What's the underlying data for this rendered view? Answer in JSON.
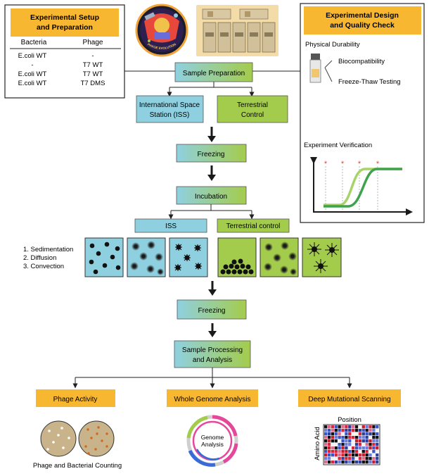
{
  "setup_panel": {
    "title_line1": "Experimental Setup",
    "title_line2": "and Preparation",
    "col_bacteria": "Bacteria",
    "col_phage": "Phage",
    "rows": [
      {
        "bacteria": "E.coli WT",
        "phage": "-"
      },
      {
        "bacteria": "-",
        "phage": "T7 WT"
      },
      {
        "bacteria": "E.coli WT",
        "phage": "T7 WT"
      },
      {
        "bacteria": "E.coli WT",
        "phage": "T7 DMS"
      }
    ]
  },
  "mission_patch": {
    "text": "PHAGE EVOLUTION"
  },
  "design_panel": {
    "title_line1": "Experimental Design",
    "title_line2": "and Quality Check",
    "physical_durability": "Physical Durability",
    "biocompatibility": "Biocompatibility",
    "freeze_thaw": "Freeze-Thaw Testing",
    "experiment_verification": "Experiment Verification"
  },
  "flow": {
    "sample_preparation": "Sample Preparation",
    "iss_line1": "International Space",
    "iss_line2": "Station (ISS)",
    "terrestrial_line1": "Terrestrial",
    "terrestrial_line2": "Control",
    "freezing_1": "Freezing",
    "incubation": "Incubation",
    "iss_label": "ISS",
    "terrestrial_control": "Terrestrial control",
    "processes": [
      "1. Sedimentation",
      "2. Diffusion",
      "3. Convection"
    ],
    "freezing_2": "Freezing",
    "processing_line1": "Sample Processing",
    "processing_line2": "and Analysis"
  },
  "analyses": {
    "phage_activity": "Phage Activity",
    "whole_genome": "Whole Genome Analysis",
    "deep_mutational": "Deep Mutational Scanning",
    "counting_label": "Phage and Bacterial Counting",
    "genome_line1": "Genome",
    "genome_line2": "Analysis",
    "position": "Position",
    "amino_acid": "Amino Acid"
  },
  "colors": {
    "orange": "#f7b731",
    "blue": "#8fd0e0",
    "green": "#a4cc4c",
    "dark_green": "#3fa34d",
    "light_green": "#a8d36b"
  }
}
